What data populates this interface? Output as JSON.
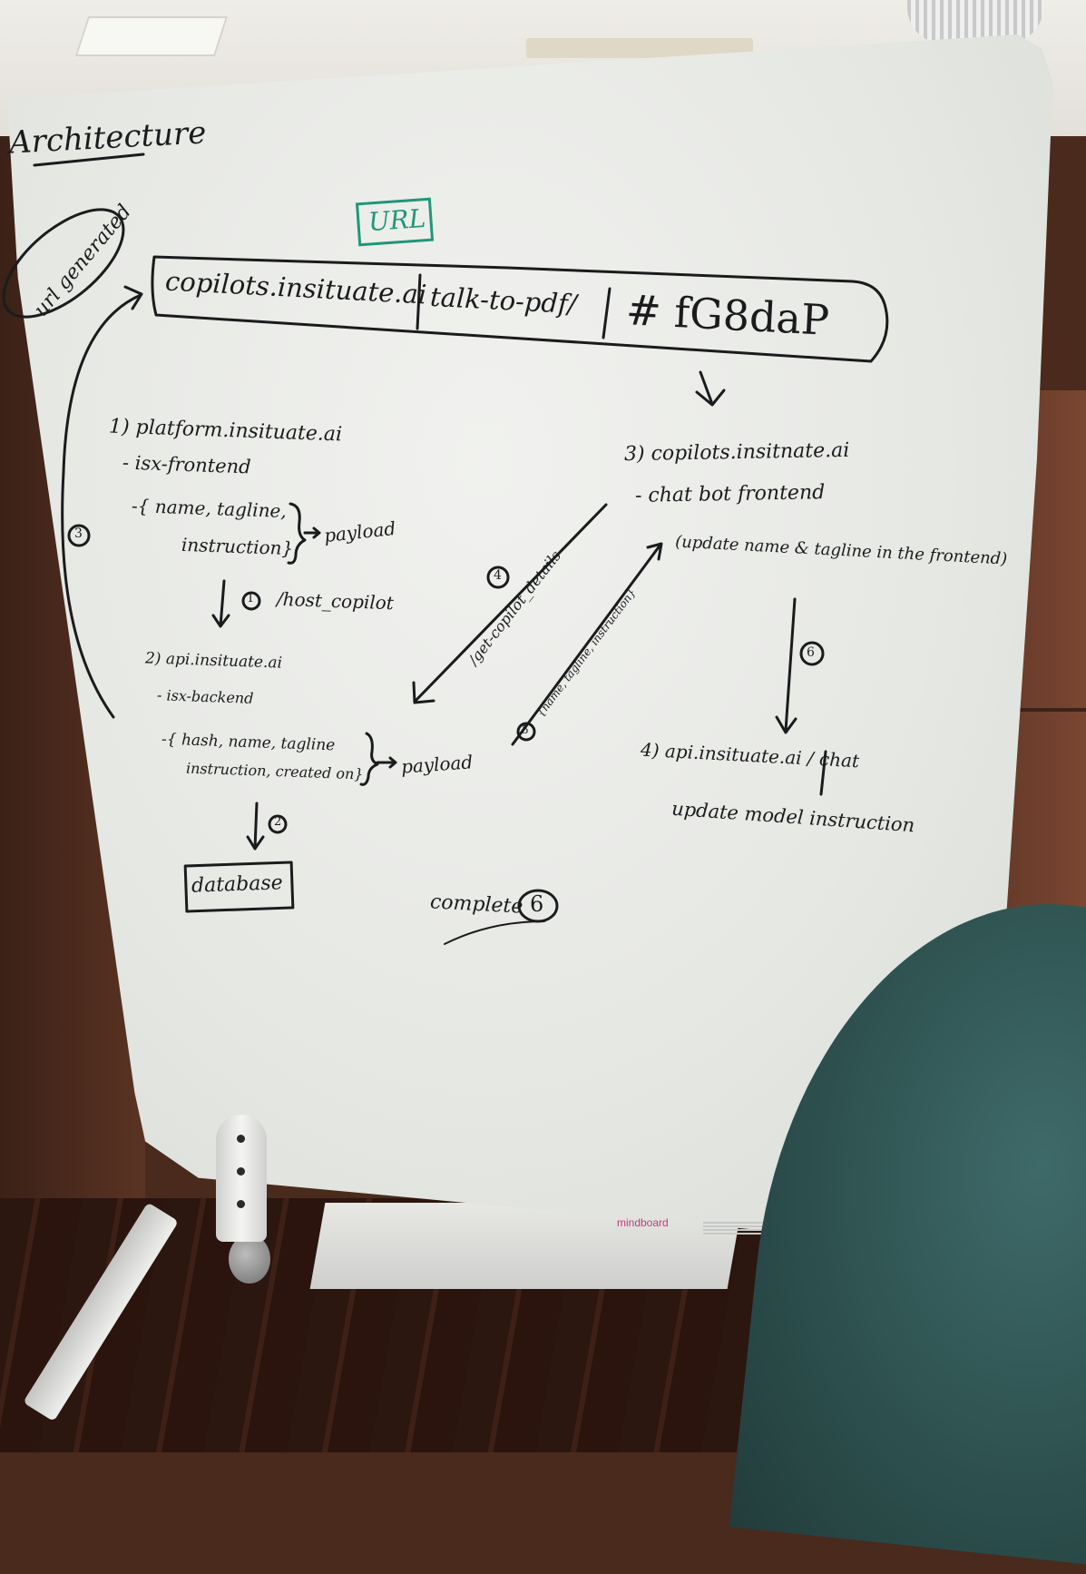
{
  "board": {
    "title": "Architecture",
    "url_label": "URL",
    "url_side_label": "url generated",
    "url_host": "copilots.insituate.ai",
    "url_path": "talk-to-pdf/",
    "url_hash": "# fG8daP",
    "brand": "mindboard"
  },
  "left_top": {
    "heading": "1) platform.insituate.ai",
    "line1": "- isx-frontend",
    "line2": "-{ name, tagline,",
    "line3": "instruction}",
    "payload": "payload",
    "step1_num": "1",
    "step1": "/host_copilot"
  },
  "left_mid": {
    "heading": "2) api.insituate.ai",
    "line1": "- isx-backend",
    "line2": "-{ hash, name, tagline",
    "line3": "instruction, created on}",
    "payload": "payload",
    "step2_num": "2",
    "database": "database",
    "side_num": "3"
  },
  "middle": {
    "step4_num": "4",
    "get_label": "/get-copilot_details",
    "step5_num": "5",
    "return_label": "{name, tagline, instruction}",
    "complete": "complete",
    "complete_num": "6"
  },
  "right": {
    "heading": "3) copilots.insitnate.ai",
    "line1": "- chat bot frontend",
    "note": "(update name & tagline in the frontend)",
    "step6_num": "6",
    "heading4": "4) api.insituate.ai / chat",
    "line4": "update model instruction"
  }
}
